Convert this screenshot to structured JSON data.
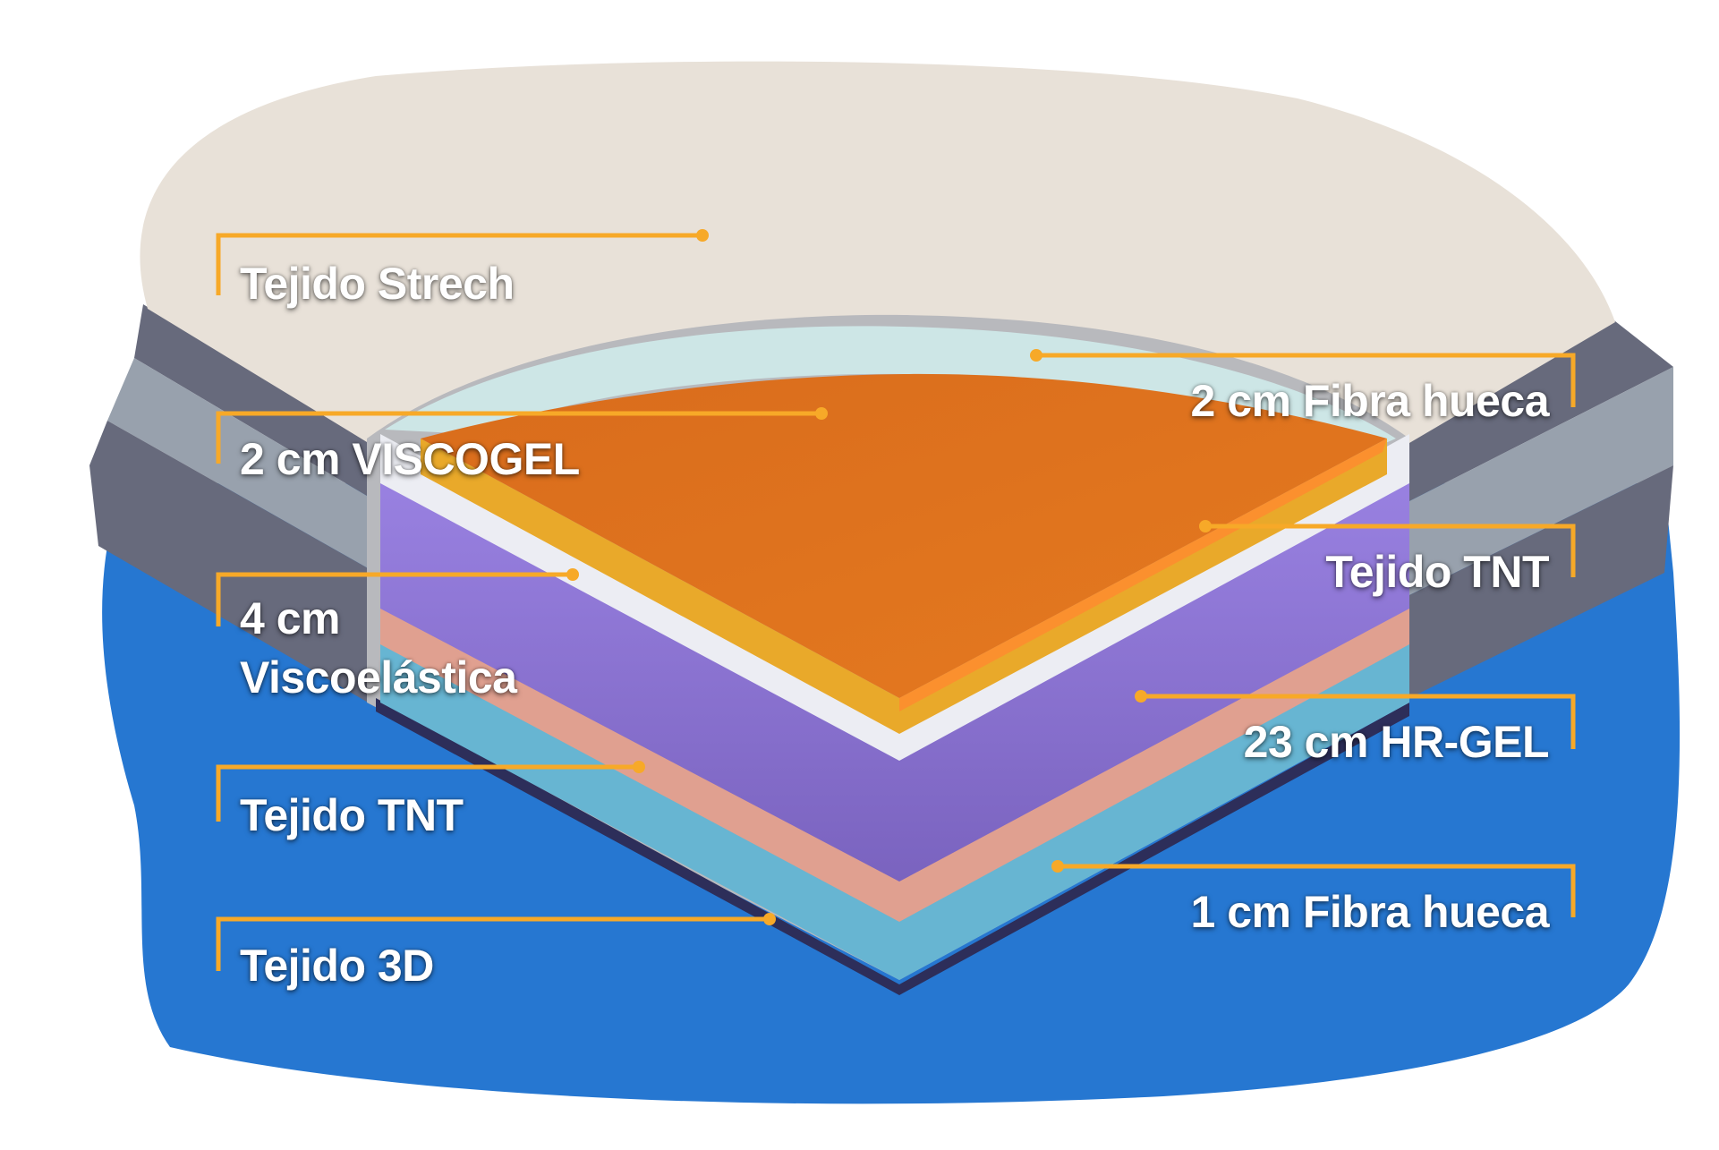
{
  "diagram": {
    "type": "mattress-layer-cutaway",
    "colors": {
      "leader": "#F7A928",
      "label_text": "#FFFFFF",
      "top_fabric": "#E8E1D8",
      "side_dark": "#676A7C",
      "side_light": "#98A1AD",
      "base_blue": "#2677D1",
      "cut_frame": "#B8B9BD",
      "fibra_top": "#CDE6E6",
      "viscogel_top": "#E0731F",
      "viscogel_edge": "#E9A92A",
      "tnt_white": "#ECEDF3",
      "hr_gel": "#8E78D9",
      "tnt_pink": "#E0A090",
      "fibra_bottom": "#67B5D2",
      "tejido_3d": "#2D2E5A"
    },
    "labels": [
      {
        "id": "tejido-strech",
        "text": "Tejido Strech",
        "side": "left"
      },
      {
        "id": "viscogel",
        "text": "2 cm VISCOGEL",
        "side": "left"
      },
      {
        "id": "viscoelastica",
        "line1": "4 cm",
        "line2": "Viscoelástica",
        "side": "left"
      },
      {
        "id": "tejido-tnt-left",
        "text": "Tejido TNT",
        "side": "left"
      },
      {
        "id": "tejido-3d",
        "text": "Tejido 3D",
        "side": "left"
      },
      {
        "id": "fibra-hueca-2",
        "text": "2 cm Fibra hueca",
        "side": "right"
      },
      {
        "id": "tejido-tnt-right",
        "text": "Tejido TNT",
        "side": "right"
      },
      {
        "id": "hr-gel",
        "text": "23 cm HR-GEL",
        "side": "right"
      },
      {
        "id": "fibra-hueca-1",
        "text": "1 cm Fibra hueca",
        "side": "right"
      }
    ]
  }
}
